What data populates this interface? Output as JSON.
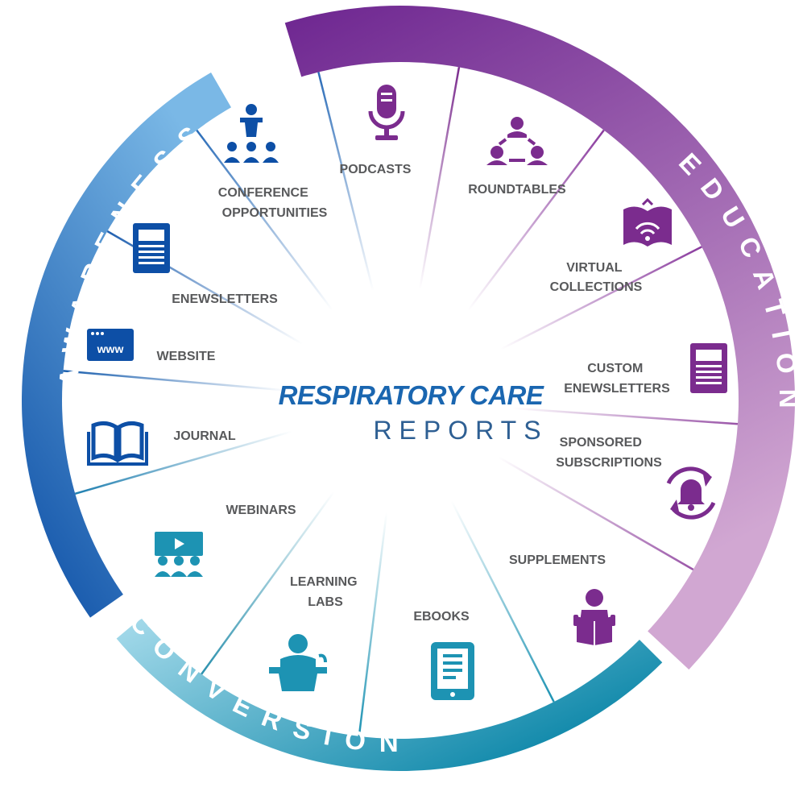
{
  "center": {
    "title": "RESPIRATORY CARE",
    "subtitle": "REPORTS"
  },
  "rings": {
    "awareness": "AWARENESS",
    "education": "EDUCATION",
    "conversion": "CONVERSION"
  },
  "colors": {
    "awareness": "#1f66b7",
    "education": "#7b2c8e",
    "conversion": "#1d93b3",
    "awareness_light": "#6fb0e3",
    "education_light": "#d0a6d3",
    "conversion_light": "#8fd0e3"
  },
  "segments": {
    "podcasts": {
      "lines": [
        "PODCASTS"
      ],
      "icon": "microphone-icon"
    },
    "roundtables": {
      "lines": [
        "ROUNDTABLES"
      ],
      "icon": "roundtable-icon"
    },
    "virtual": {
      "lines": [
        "VIRTUAL",
        "COLLECTIONS"
      ],
      "icon": "book-wifi-icon"
    },
    "custom": {
      "lines": [
        "CUSTOM",
        "ENEWSLETTERS"
      ],
      "icon": "newsletter-icon"
    },
    "sponsored": {
      "lines": [
        "SPONSORED",
        "SUBSCRIPTIONS"
      ],
      "icon": "bell-refresh-icon"
    },
    "supplements": {
      "lines": [
        "SUPPLEMENTS"
      ],
      "icon": "reader-icon"
    },
    "ebooks": {
      "lines": [
        "EBOOKS"
      ],
      "icon": "ereader-icon"
    },
    "labs": {
      "lines": [
        "LEARNING",
        "LABS"
      ],
      "icon": "lectern-icon"
    },
    "webinars": {
      "lines": [
        "WEBINARS"
      ],
      "icon": "webinar-icon"
    },
    "journal": {
      "lines": [
        "JOURNAL"
      ],
      "icon": "open-book-icon"
    },
    "website": {
      "lines": [
        "WEBSITE"
      ],
      "icon": "browser-icon"
    },
    "enewsletters": {
      "lines": [
        "ENEWSLETTERS"
      ],
      "icon": "newsletter-icon"
    },
    "conference": {
      "lines": [
        "CONFERENCE",
        "OPPORTUNITIES"
      ],
      "icon": "podium-icon"
    }
  }
}
